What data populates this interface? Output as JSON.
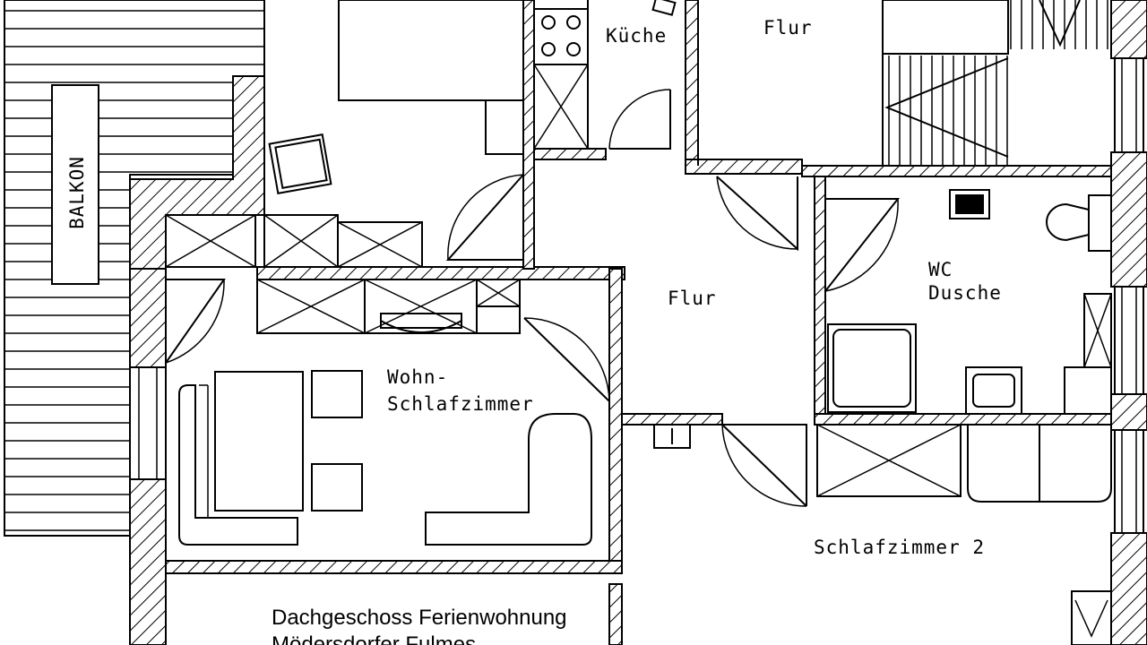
{
  "diagram": {
    "background": "#ffffff",
    "line_color": "#000000",
    "rooms": {
      "balkon": "BALKON",
      "kueche": "Küche",
      "flur_top": "Flur",
      "flur_center": "Flur",
      "wc_line1": "WC",
      "wc_line2": "Dusche",
      "wohn_line1": "Wohn-",
      "wohn_line2": "Schlafzimmer",
      "schlaf2": "Schlafzimmer 2"
    },
    "title": {
      "line1": "Dachgeschoss Ferienwohnung",
      "line2": "Mödersdorfer Fulmes"
    }
  }
}
